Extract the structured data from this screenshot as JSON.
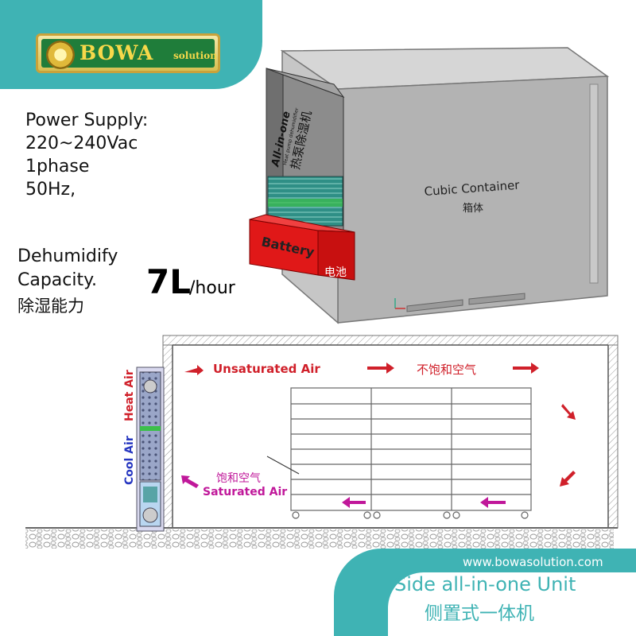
{
  "brand": {
    "name": "BOWA",
    "tagline": "solution"
  },
  "specs": {
    "label": "Power Supply:",
    "voltage": "220~240Vac",
    "phase": "1phase",
    "frequency": "50Hz,"
  },
  "capacity": {
    "label_line1": "Dehumidify",
    "label_line2": "Capacity.",
    "label_cn": "除湿能力",
    "value": "7L",
    "unit": "/hour"
  },
  "unit_3d": {
    "product_name": "All-in-one",
    "product_sub": "Heat pump dehumidifier",
    "product_cn": "热泵除湿机",
    "battery_label": "Battery",
    "battery_cn": "电池",
    "container_label": "Cubic Container",
    "container_cn": "箱体"
  },
  "airflow": {
    "unsaturated_label": "Unsaturated Air",
    "unsaturated_cn": "不饱和空气",
    "saturated_cn": "饱和空气",
    "saturated_label": "Saturated Air",
    "heat_air_label": "Heat Air",
    "cool_air_label": "Cool Air"
  },
  "footer": {
    "website": "www.bowasolution.com",
    "title": "Side all-in-one Unit",
    "title_cn": "侧置式一体机"
  },
  "colors": {
    "brand_teal": "#3fb3b4",
    "battery_red": "#e01818",
    "arrow_red": "#d0202a",
    "arrow_magenta": "#c0189a",
    "container_gray": "#b3b3b3"
  }
}
